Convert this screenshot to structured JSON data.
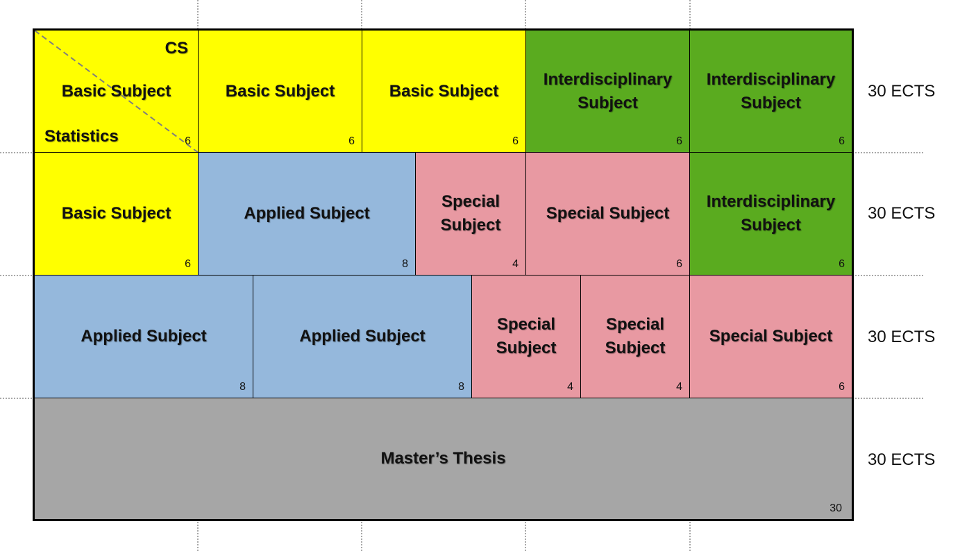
{
  "rows": [
    {
      "ects": "30 ECTS",
      "blocks": [
        {
          "top": "CS",
          "name": "Basic Subject",
          "bottom": "Statistics",
          "credits": "6"
        },
        {
          "name": "Basic Subject",
          "credits": "6"
        },
        {
          "name": "Basic Subject",
          "credits": "6"
        },
        {
          "name": "Interdisciplinary Subject",
          "credits": "6"
        },
        {
          "name": "Interdisciplinary Subject",
          "credits": "6"
        }
      ]
    },
    {
      "ects": "30 ECTS",
      "blocks": [
        {
          "name": "Basic Subject",
          "credits": "6"
        },
        {
          "name": "Applied Subject",
          "credits": "8"
        },
        {
          "name": "Special Subject",
          "credits": "4"
        },
        {
          "name": "Special Subject",
          "credits": "6"
        },
        {
          "name": "Interdisciplinary Subject",
          "credits": "6"
        }
      ]
    },
    {
      "ects": "30 ECTS",
      "blocks": [
        {
          "name": "Applied Subject",
          "credits": "8"
        },
        {
          "name": "Applied Subject",
          "credits": "8"
        },
        {
          "name": "Special Subject",
          "credits": "4"
        },
        {
          "name": "Special Subject",
          "credits": "4"
        },
        {
          "name": "Special Subject",
          "credits": "6"
        }
      ]
    },
    {
      "ects": "30 ECTS",
      "blocks": [
        {
          "name": "Master’s Thesis",
          "credits": "30"
        }
      ]
    }
  ],
  "colors": {
    "basic": "#ffff00",
    "interdisciplinary": "#5aab1f",
    "applied": "#95b8dc",
    "special": "#e899a2",
    "thesis": "#a6a6a6"
  }
}
